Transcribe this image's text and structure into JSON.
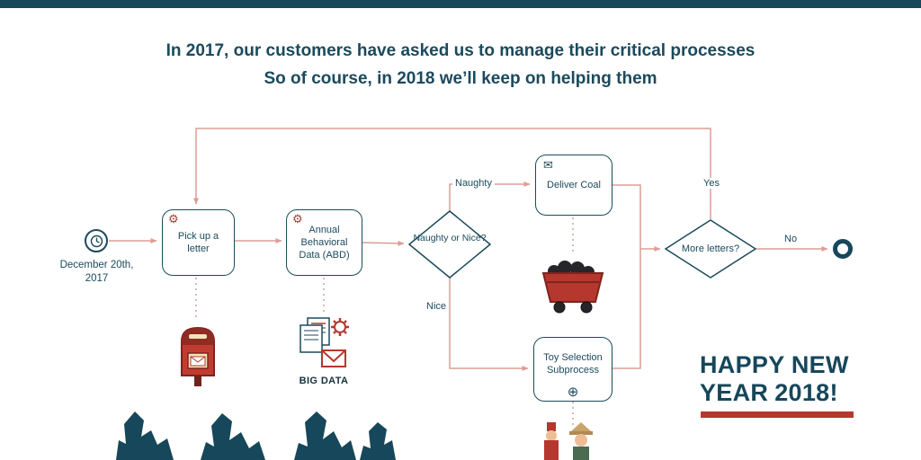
{
  "heading": {
    "line1": "In 2017, our customers have asked us to manage their critical processes",
    "line2": "So of course, in 2018 we’ll keep on helping them"
  },
  "flowchart": {
    "start_label": "December 20th, 2017",
    "nodes": {
      "pickup": {
        "label": "Pick up a letter"
      },
      "abd": {
        "label": "Annual Behavioral Data (ABD)"
      },
      "naughty_or_nice": {
        "label": "Naughty or Nice?"
      },
      "deliver_coal": {
        "label": "Deliver Coal"
      },
      "toy_selection": {
        "label": "Toy Selection Subprocess"
      },
      "more_letters": {
        "label": "More letters?"
      }
    },
    "edges": {
      "naughty": "Naughty",
      "nice": "Nice",
      "yes": "Yes",
      "no": "No"
    }
  },
  "big_data": {
    "label": "BIG DATA"
  },
  "footer": {
    "happy_line1": "HAPPY NEW",
    "happy_line2_normal": "YEAR",
    "happy_line2_bold": "2018!"
  },
  "colors": {
    "teal": "#16475a",
    "connector": "#dd9d95",
    "accent_red": "#b5372d"
  }
}
